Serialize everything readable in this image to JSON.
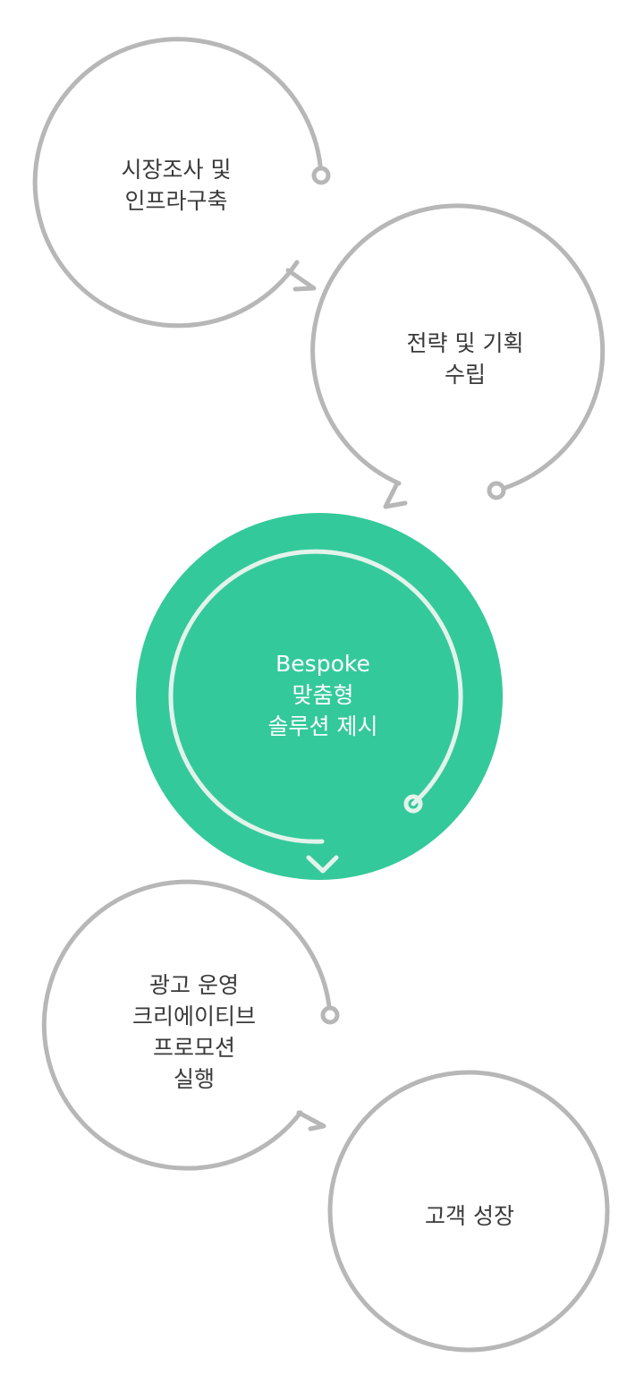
{
  "colors": {
    "ring": "#b7b7b7",
    "highlight_fill": "#34c99b",
    "highlight_ring": "#e3f3ec",
    "text": "#3a3a3a",
    "text_on_highlight": "#ffffff"
  },
  "steps": [
    {
      "id": "market-research",
      "lines": [
        "시장조사 및",
        "인프라구축"
      ]
    },
    {
      "id": "strategy-planning",
      "lines": [
        "전략 및 기획",
        "수립"
      ]
    },
    {
      "id": "bespoke-solution",
      "lines": [
        "Bespoke",
        "맞춤형",
        "솔루션 제시"
      ],
      "highlight": true
    },
    {
      "id": "ad-operation",
      "lines": [
        "광고 운영",
        "크리에이티브",
        "프로모션",
        "실행"
      ]
    },
    {
      "id": "customer-growth",
      "lines": [
        "고객 성장"
      ]
    }
  ]
}
